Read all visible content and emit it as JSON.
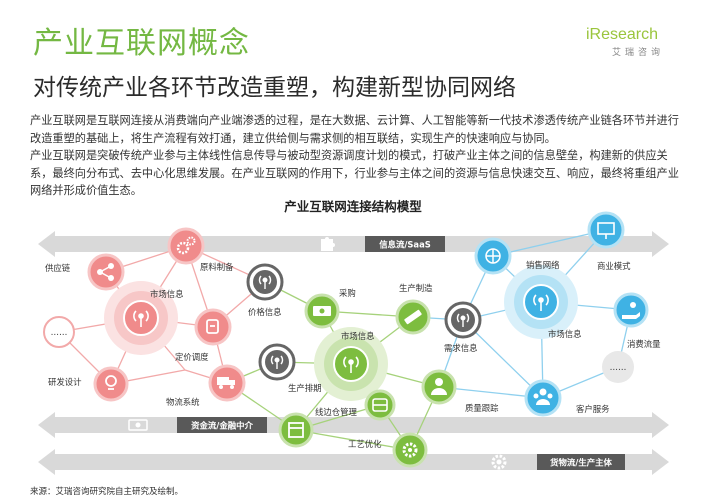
{
  "header": {
    "title": "产业互联网概念",
    "subtitle": "对传统产业各环节改造重塑，构建新型协同网络",
    "brand": "iResearch",
    "brand_sub": "艾瑞咨询"
  },
  "body": {
    "paragraph1": "产业互联网是互联网连接从消费端向产业端渗透的过程，是在大数据、云计算、人工智能等新一代技术渗透传统产业链各环节并进行改造重塑的基础上，将生产流程有效打通，建立供给侧与需求侧的相互联结，实现生产的快速响应与协同。",
    "paragraph2": "产业互联网是突破传统产业参与主体线性信息传导与被动型资源调度计划的模式，打破产业主体之间的信息壁垒，构建新的供应关系，最终向分布式、去中心化思维发展。在产业互联网的作用下，行业参与主体之间的资源与信息快速交互、响应，最终将重组产业网络并形成价值生态。"
  },
  "diagram": {
    "title": "产业互联网连接结构模型",
    "bands": {
      "info": "信息流/SaaS",
      "capital": "资金流/金融中介",
      "goods": "货物流/生产主体"
    },
    "nodes": {
      "supply_chain": "供应链",
      "market_info_left": "市场信息",
      "raw_material": "原料制备",
      "price_info": "价格信息",
      "procurement": "采购",
      "production": "生产制造",
      "pricing": "定价调度",
      "market_info_center": "市场信息",
      "demand_info": "需求信息",
      "sales_network": "销售网络",
      "business_model": "商业模式",
      "market_info_right": "市场信息",
      "consumer_traffic": "消费流量",
      "rnd": "研发设计",
      "logistics": "物流系统",
      "production_schedule": "生产排期",
      "warehouse": "线边仓管理",
      "quality": "质量跟踪",
      "customer_service": "客户服务",
      "process_opt": "工艺优化",
      "ellipsis_left": "……",
      "ellipsis_right": "……"
    },
    "colors": {
      "red": "#ef7a7a",
      "green": "#7dbd3f",
      "blue": "#3fb2e4",
      "gray": "#666666",
      "band": "#d8d8d8",
      "band_label": "#555555"
    }
  },
  "footer": {
    "source": "来源：艾瑞咨询研究院自主研究及绘制。"
  }
}
